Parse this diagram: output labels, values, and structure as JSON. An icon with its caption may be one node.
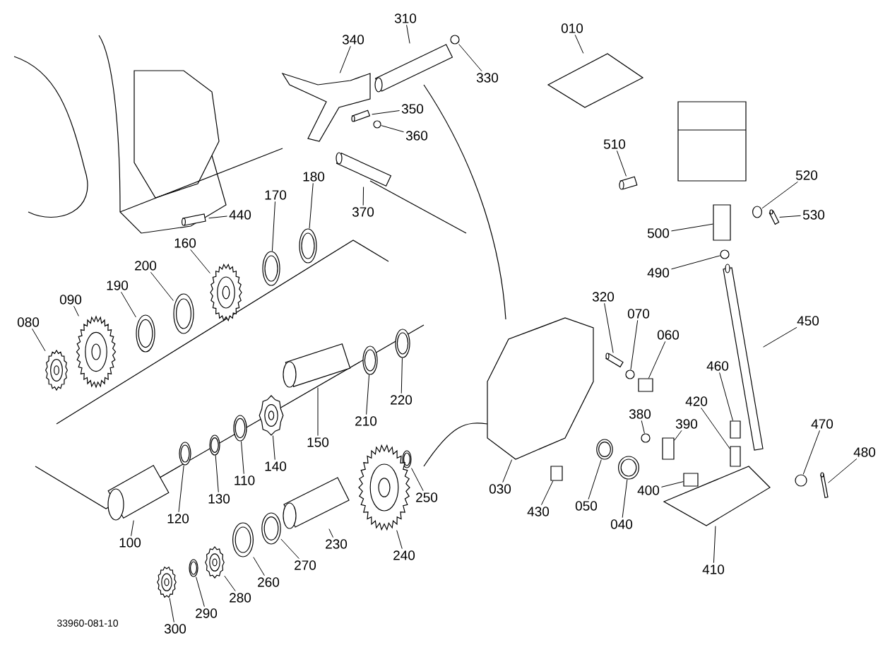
{
  "diagram": {
    "nodes": [
      {
        "text": [
          "010"
        ]
      },
      {
        "text": [
          "310"
        ]
      },
      {
        "text": [
          "340"
        ]
      },
      {
        "text": [
          "330"
        ]
      },
      {
        "text": [
          "350"
        ]
      },
      {
        "text": [
          "360"
        ]
      },
      {
        "text": [
          "370"
        ]
      },
      {
        "text": [
          "510"
        ]
      },
      {
        "text": [
          "520"
        ]
      },
      {
        "text": [
          "530"
        ]
      },
      {
        "text": [
          "500"
        ]
      },
      {
        "text": [
          "490"
        ]
      },
      {
        "text": [
          "450"
        ]
      },
      {
        "text": [
          "440"
        ]
      },
      {
        "text": [
          "170"
        ]
      },
      {
        "text": [
          "180"
        ]
      },
      {
        "text": [
          "160"
        ]
      },
      {
        "text": [
          "200"
        ]
      },
      {
        "text": [
          "190"
        ]
      },
      {
        "text": [
          "090"
        ]
      },
      {
        "text": [
          "080"
        ]
      },
      {
        "text": [
          "320"
        ]
      },
      {
        "text": [
          "070"
        ]
      },
      {
        "text": [
          "060"
        ]
      },
      {
        "text": [
          "210"
        ]
      },
      {
        "text": [
          "220"
        ]
      },
      {
        "text": [
          "150"
        ]
      },
      {
        "text": [
          "140"
        ]
      },
      {
        "text": [
          "110"
        ]
      },
      {
        "text": [
          "130"
        ]
      },
      {
        "text": [
          "120"
        ]
      },
      {
        "text": [
          "100"
        ]
      },
      {
        "text": [
          "380"
        ]
      },
      {
        "text": [
          "390"
        ]
      },
      {
        "text": [
          "420"
        ]
      },
      {
        "text": [
          "460"
        ]
      },
      {
        "text": [
          "470"
        ]
      },
      {
        "text": [
          "480"
        ]
      },
      {
        "text": [
          "030"
        ]
      },
      {
        "text": [
          "050"
        ]
      },
      {
        "text": [
          "040"
        ]
      },
      {
        "text": [
          "400"
        ]
      },
      {
        "text": [
          "430"
        ]
      },
      {
        "text": [
          "410"
        ]
      },
      {
        "text": [
          "250"
        ]
      },
      {
        "text": [
          "240"
        ]
      },
      {
        "text": [
          "230"
        ]
      },
      {
        "text": [
          "270"
        ]
      },
      {
        "text": [
          "260"
        ]
      },
      {
        "text": [
          "280"
        ]
      },
      {
        "text": [
          "290"
        ]
      },
      {
        "text": [
          "300"
        ]
      },
      {
        "text": [],
        "shape": "picture"
      },
      {
        "text": [],
        "shape": "cylinder"
      },
      {
        "text": [],
        "shape": "picture"
      },
      {
        "text": [],
        "shape": "circle"
      },
      {
        "text": [],
        "shape": "cylinder"
      },
      {
        "text": [],
        "shape": "circle"
      },
      {
        "text": [],
        "shape": "cylinder"
      },
      {
        "text": [],
        "shape": "cylinder"
      },
      {
        "text": [],
        "shape": "circle"
      },
      {
        "text": [],
        "shape": "cylinder"
      },
      {
        "text": [],
        "shape": "box"
      },
      {
        "text": [],
        "shape": "circle"
      },
      {
        "text": [],
        "shape": "cylinder"
      },
      {
        "text": [],
        "shape": "cylinder"
      },
      {
        "text": [],
        "shape": "picture"
      },
      {
        "text": [],
        "shape": "picture"
      },
      {
        "text": [],
        "shape": "picture"
      },
      {
        "text": [],
        "shape": "picture"
      },
      {
        "text": [],
        "shape": "picture"
      },
      {
        "text": [],
        "shape": "picture"
      },
      {
        "text": [],
        "shape": "picture"
      },
      {
        "text": [],
        "shape": "cylinder"
      },
      {
        "text": [],
        "shape": "circle"
      },
      {
        "text": [],
        "shape": "box"
      },
      {
        "text": [],
        "shape": "picture"
      },
      {
        "text": [],
        "shape": "picture"
      },
      {
        "text": [],
        "shape": "cylinder"
      },
      {
        "text": [],
        "shape": "picture"
      },
      {
        "text": [],
        "shape": "picture"
      },
      {
        "text": [],
        "shape": "picture"
      },
      {
        "text": [],
        "shape": "picture"
      },
      {
        "text": [],
        "shape": "cylinder"
      },
      {
        "text": [],
        "shape": "circle"
      },
      {
        "text": [],
        "shape": "box"
      },
      {
        "text": [],
        "shape": "box"
      },
      {
        "text": [],
        "shape": "box"
      },
      {
        "text": [],
        "shape": "circle"
      },
      {
        "text": [],
        "shape": "cylinder"
      },
      {
        "text": [],
        "shape": "picture"
      },
      {
        "text": [],
        "shape": "picture"
      },
      {
        "text": [],
        "shape": "picture"
      },
      {
        "text": [],
        "shape": "box"
      },
      {
        "text": [],
        "shape": "box"
      },
      {
        "text": [],
        "shape": "picture"
      },
      {
        "text": [],
        "shape": "picture"
      },
      {
        "text": [],
        "shape": "picture"
      },
      {
        "text": [],
        "shape": "cylinder"
      },
      {
        "text": [],
        "shape": "picture"
      },
      {
        "text": [],
        "shape": "picture"
      },
      {
        "text": [],
        "shape": "picture"
      },
      {
        "text": [],
        "shape": "picture"
      },
      {
        "text": [],
        "shape": "picture"
      }
    ],
    "edges": [
      {
        "from": 0,
        "to": 52,
        "arrow": "none"
      },
      {
        "from": 1,
        "to": 53,
        "arrow": "none"
      },
      {
        "from": 2,
        "to": 54,
        "arrow": "none"
      },
      {
        "from": 3,
        "to": 55,
        "arrow": "none"
      },
      {
        "from": 4,
        "to": 56,
        "arrow": "none"
      },
      {
        "from": 5,
        "to": 57,
        "arrow": "none"
      },
      {
        "from": 6,
        "to": 58,
        "arrow": "none"
      },
      {
        "from": 7,
        "to": 59,
        "arrow": "none"
      },
      {
        "from": 8,
        "to": 60,
        "arrow": "none"
      },
      {
        "from": 9,
        "to": 61,
        "arrow": "none"
      },
      {
        "from": 10,
        "to": 62,
        "arrow": "none"
      },
      {
        "from": 11,
        "to": 63,
        "arrow": "none"
      },
      {
        "from": 12,
        "to": 64,
        "arrow": "none"
      },
      {
        "from": 13,
        "to": 65,
        "arrow": "none"
      },
      {
        "from": 14,
        "to": 66,
        "arrow": "none"
      },
      {
        "from": 15,
        "to": 67,
        "arrow": "none"
      },
      {
        "from": 16,
        "to": 68,
        "arrow": "none"
      },
      {
        "from": 17,
        "to": 69,
        "arrow": "none"
      },
      {
        "from": 18,
        "to": 70,
        "arrow": "none"
      },
      {
        "from": 19,
        "to": 71,
        "arrow": "none"
      },
      {
        "from": 20,
        "to": 72,
        "arrow": "none"
      },
      {
        "from": 21,
        "to": 73,
        "arrow": "none"
      },
      {
        "from": 22,
        "to": 74,
        "arrow": "none"
      },
      {
        "from": 23,
        "to": 75,
        "arrow": "none"
      },
      {
        "from": 24,
        "to": 76,
        "arrow": "none"
      },
      {
        "from": 25,
        "to": 77,
        "arrow": "none"
      },
      {
        "from": 26,
        "to": 78,
        "arrow": "none"
      },
      {
        "from": 27,
        "to": 79,
        "arrow": "none"
      },
      {
        "from": 28,
        "to": 80,
        "arrow": "none"
      },
      {
        "from": 29,
        "to": 81,
        "arrow": "none"
      },
      {
        "from": 30,
        "to": 82,
        "arrow": "none"
      },
      {
        "from": 31,
        "to": 83,
        "arrow": "none"
      },
      {
        "from": 32,
        "to": 84,
        "arrow": "none"
      },
      {
        "from": 33,
        "to": 85,
        "arrow": "none"
      },
      {
        "from": 34,
        "to": 86,
        "arrow": "none"
      },
      {
        "from": 35,
        "to": 87,
        "arrow": "none"
      },
      {
        "from": 36,
        "to": 88,
        "arrow": "none"
      },
      {
        "from": 37,
        "to": 89,
        "arrow": "none"
      },
      {
        "from": 38,
        "to": 90,
        "arrow": "none"
      },
      {
        "from": 39,
        "to": 91,
        "arrow": "none"
      },
      {
        "from": 40,
        "to": 92,
        "arrow": "none"
      },
      {
        "from": 41,
        "to": 93,
        "arrow": "none"
      },
      {
        "from": 42,
        "to": 94,
        "arrow": "none"
      },
      {
        "from": 43,
        "to": 95,
        "arrow": "none"
      },
      {
        "from": 44,
        "to": 96,
        "arrow": "none"
      },
      {
        "from": 45,
        "to": 97,
        "arrow": "none"
      },
      {
        "from": 46,
        "to": 98,
        "arrow": "none"
      },
      {
        "from": 47,
        "to": 99,
        "arrow": "none"
      },
      {
        "from": 48,
        "to": 100,
        "arrow": "none"
      },
      {
        "from": 49,
        "to": 101,
        "arrow": "none"
      },
      {
        "from": 50,
        "to": 102,
        "arrow": "none"
      },
      {
        "from": 51,
        "to": 103,
        "arrow": "none"
      }
    ],
    "labels": [
      "33960-081-10"
    ]
  }
}
